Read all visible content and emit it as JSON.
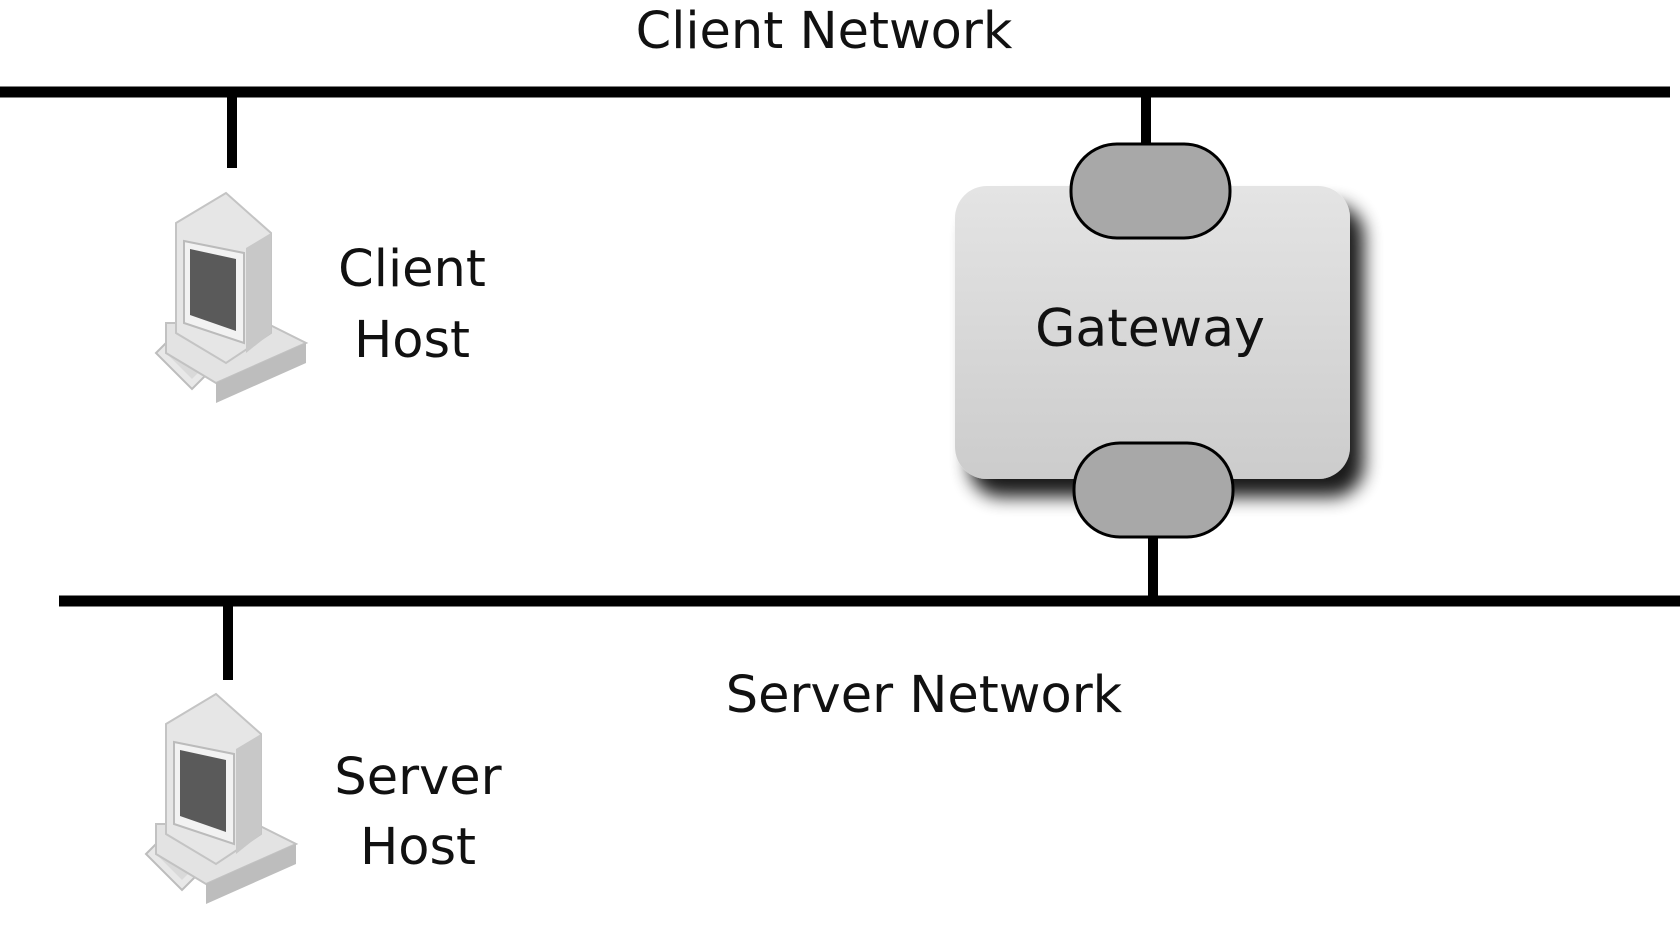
{
  "networks": {
    "client": {
      "label": "Client Network"
    },
    "server": {
      "label": "Server Network"
    }
  },
  "hosts": {
    "client": {
      "line1": "Client",
      "line2": "Host",
      "icon": "computer-icon"
    },
    "server": {
      "line1": "Server",
      "line2": "Host",
      "icon": "computer-icon"
    }
  },
  "gateway": {
    "label": "Gateway"
  },
  "colors": {
    "line": "#000000",
    "gateway_fill": "#d3d3d3",
    "port_fill": "#a8a8a8",
    "computer_light": "#e6e6e6",
    "computer_mid": "#c9c9c9",
    "screen": "#555555"
  }
}
